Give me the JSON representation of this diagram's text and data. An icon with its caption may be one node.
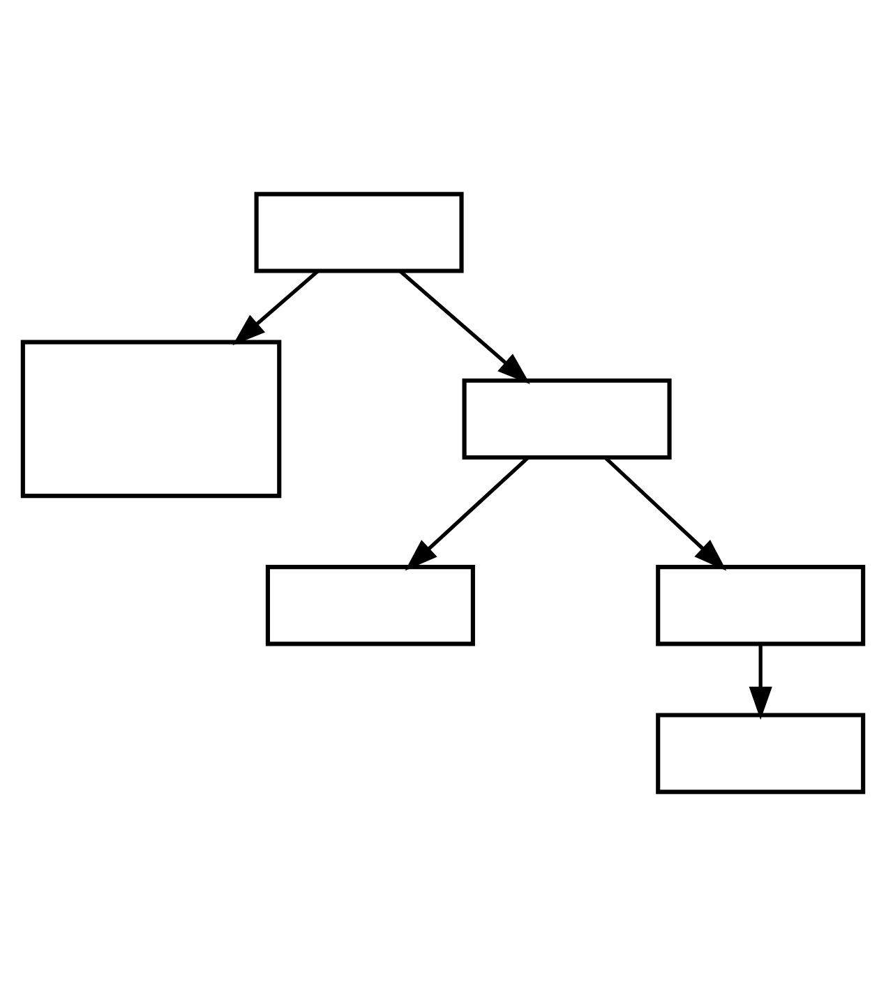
{
  "diagram": {
    "nodes": [
      {
        "text": [],
        "shape": "box"
      },
      {
        "text": [],
        "shape": "box"
      },
      {
        "text": [],
        "shape": "box"
      },
      {
        "text": [],
        "shape": "box"
      },
      {
        "text": [],
        "shape": "box"
      },
      {
        "text": [],
        "shape": "box"
      }
    ],
    "edges": [
      {
        "from": 0,
        "to": 2,
        "arrow": "to"
      },
      {
        "from": 0,
        "to": 1,
        "arrow": "to"
      },
      {
        "from": 1,
        "to": 3,
        "arrow": "to"
      },
      {
        "from": 1,
        "to": 4,
        "arrow": "to"
      },
      {
        "from": 4,
        "to": 5,
        "arrow": "to"
      }
    ]
  }
}
